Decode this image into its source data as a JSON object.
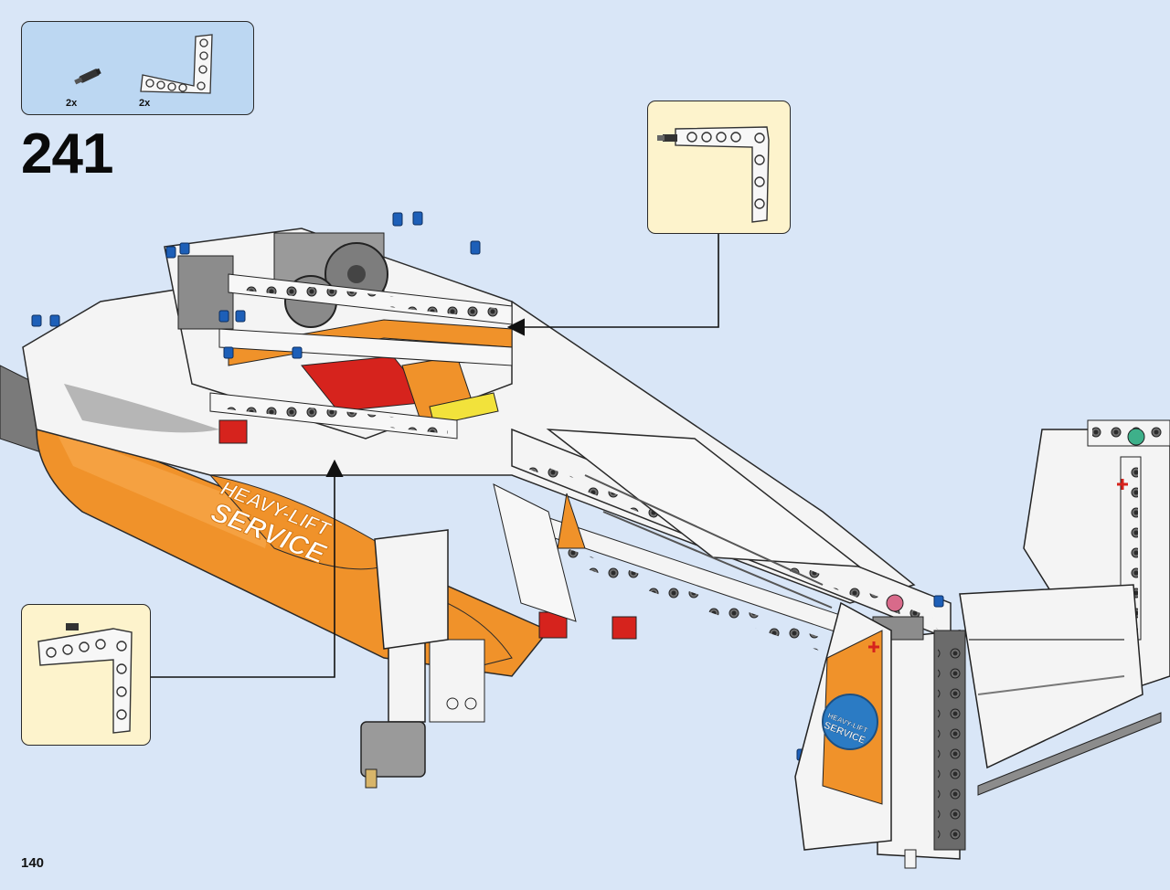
{
  "parts_list": {
    "items": [
      {
        "icon": "axle-pin-icon",
        "quantity": "2x"
      },
      {
        "icon": "l-beam-icon",
        "quantity": "2x"
      }
    ]
  },
  "step": {
    "number": "241"
  },
  "model": {
    "decal_text_1": "HEAVY-LIFT",
    "decal_text_2": "SERVICE",
    "badge_text_1": "HEAVY-LIFT",
    "badge_text_2": "SERVICE"
  },
  "page": {
    "number": "140"
  },
  "colors": {
    "background": "#d9e6f7",
    "parts_box": "#bcd7f2",
    "callout": "#fdf3cc",
    "orange": "#f0922a",
    "white_part": "#f4f4f4",
    "grey_part": "#8c8c8c",
    "red_part": "#d6231d",
    "blue_pin": "#1d5fb8"
  }
}
